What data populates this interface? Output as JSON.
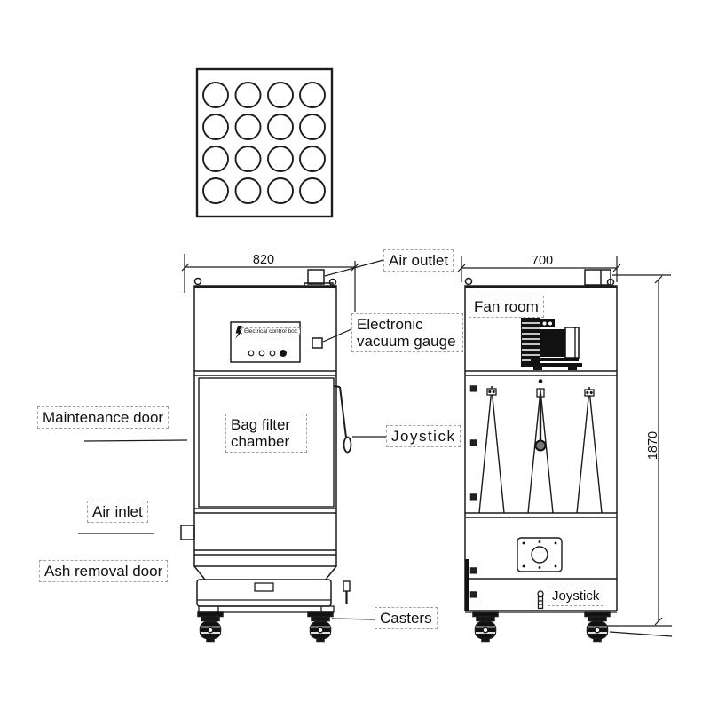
{
  "diagram": {
    "type": "technical-drawing",
    "subject": "bag filter dust collector (front view, side view, filter plate top view)"
  },
  "labels": {
    "air_outlet": "Air outlet",
    "electronic_vacuum_gauge": "Electronic vacuum gauge",
    "fan_room": "Fan room",
    "maintenance_door": "Maintenance door",
    "air_inlet": "Air inlet",
    "ash_removal_door": "Ash removal door",
    "joystick_side": "Joystick",
    "joystick_bottom": "Joystick",
    "casters": "Casters",
    "bag_filter_chamber": "Bag filter chamber",
    "electrical_control_box": "Electrical control box"
  },
  "dimensions": {
    "front_width_mm": "820",
    "side_depth_mm": "700",
    "height_mm": "1870"
  },
  "colors": {
    "line": "#1c1c1c",
    "label_border": "#a3a3a3",
    "fill_dark": "#111111",
    "background": "#ffffff"
  },
  "icons": [
    "lightning-icon",
    "indicator-dots",
    "lifting-eye-icon"
  ]
}
